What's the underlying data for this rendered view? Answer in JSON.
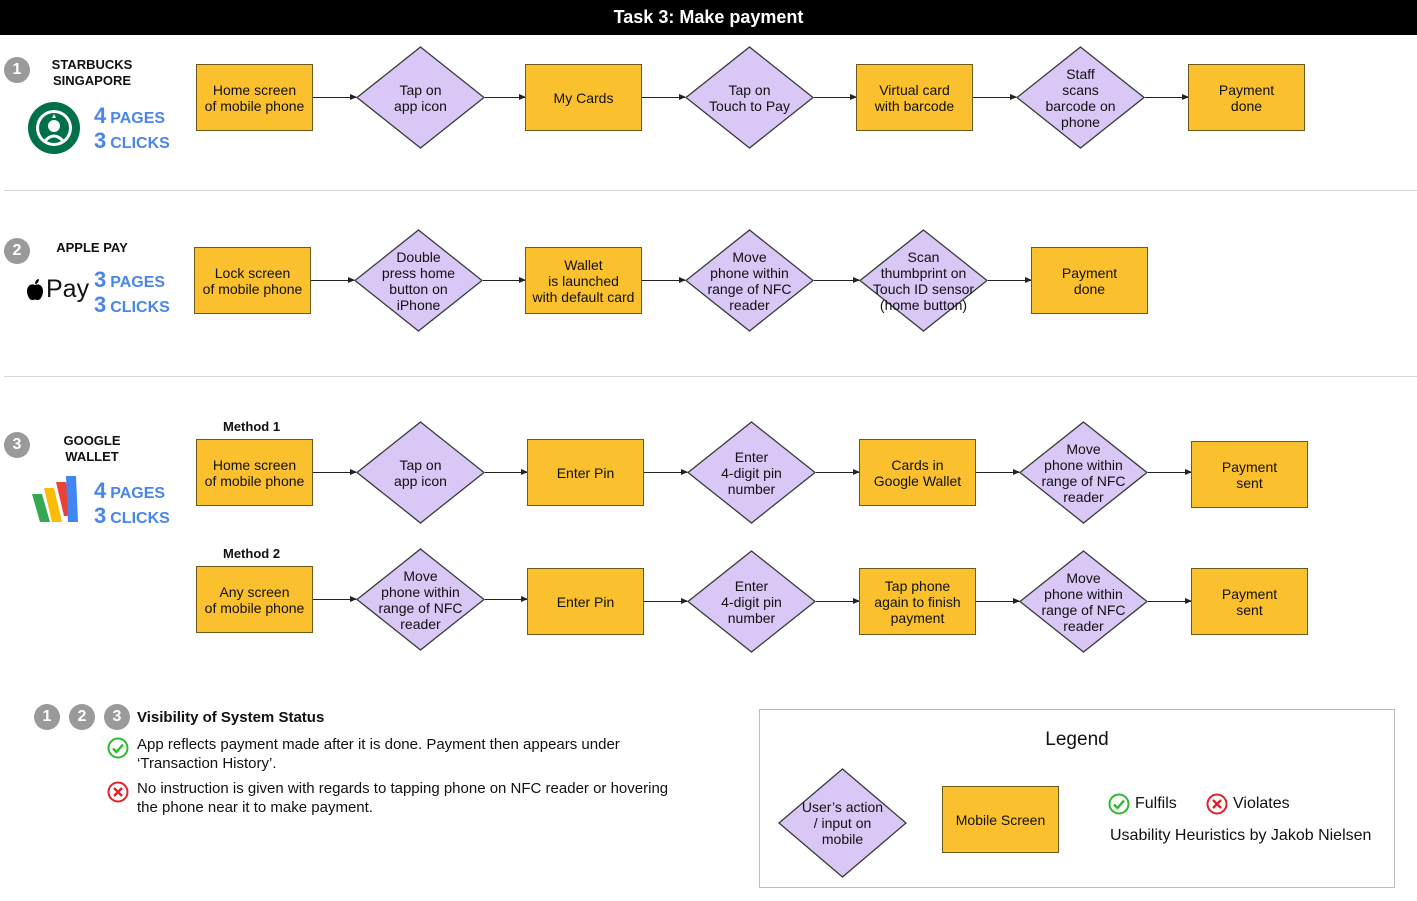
{
  "title": "Task 3: Make payment",
  "sections": [
    {
      "number": "1",
      "app_name": "STARBUCKS\nSINGAPORE",
      "logo": "starbucks-logo",
      "pages_count": "4",
      "pages_label": "PAGES",
      "clicks_count": "3",
      "clicks_label": "CLICKS",
      "steps": [
        "Home screen\nof mobile phone",
        "Tap on\napp icon",
        "My Cards",
        "Tap on\nTouch to Pay",
        "Virtual card\nwith barcode",
        "Staff\nscans\nbarcode on\nphone",
        "Payment\ndone"
      ]
    },
    {
      "number": "2",
      "app_name": "APPLE PAY",
      "logo_text": "Pay",
      "pages_count": "3",
      "pages_label": "PAGES",
      "clicks_count": "3",
      "clicks_label": "CLICKS",
      "steps": [
        "Lock screen\nof mobile phone",
        "Double\npress home\nbutton on\niPhone",
        "Wallet\nis launched\nwith default card",
        "Move\nphone within\nrange of NFC\nreader",
        "Scan\nthumbprint on\nTouch ID sensor\n(home button)",
        "Payment\ndone"
      ]
    },
    {
      "number": "3",
      "app_name": "GOOGLE\nWALLET",
      "logo": "google-wallet-logo",
      "pages_count": "4",
      "pages_label": "PAGES",
      "clicks_count": "3",
      "clicks_label": "CLICKS",
      "method1_label": "Method 1",
      "method1_steps": [
        "Home screen\nof mobile phone",
        "Tap on\napp icon",
        "Enter Pin",
        "Enter\n4-digit pin\nnumber",
        "Cards in\nGoogle Wallet",
        "Move\nphone within\nrange of NFC\nreader",
        "Payment\nsent"
      ],
      "method2_label": "Method 2",
      "method2_steps": [
        "Any screen\nof mobile phone",
        "Move\nphone within\nrange of NFC\nreader",
        "Enter Pin",
        "Enter\n4-digit pin\nnumber",
        "Tap phone\nagain to finish\npayment",
        "Move\nphone within\nrange of NFC\nreader",
        "Payment\nsent"
      ]
    }
  ],
  "heuristic": {
    "numbers": [
      "1",
      "2",
      "3"
    ],
    "title": "Visibility of System Status",
    "fulfil_note": "App reflects payment made after it is done. Payment then appears under\n‘Transaction History’.",
    "violate_note": "No instruction is given with regards to tapping phone on NFC reader or hovering\nthe phone near it to make payment."
  },
  "legend": {
    "title": "Legend",
    "diamond_label": "User’s action\n/ input on\nmobile",
    "box_label": "Mobile Screen",
    "fulfils_label": "Fulfils",
    "violates_label": "Violates",
    "source": "Usability Heuristics by Jakob Nielsen"
  },
  "colors": {
    "screen_fill": "#fbc02d",
    "action_fill": "#d9c7f5",
    "stat_blue": "#4a86e8",
    "ok_green": "#2eb82e",
    "bad_red": "#e0202a"
  }
}
